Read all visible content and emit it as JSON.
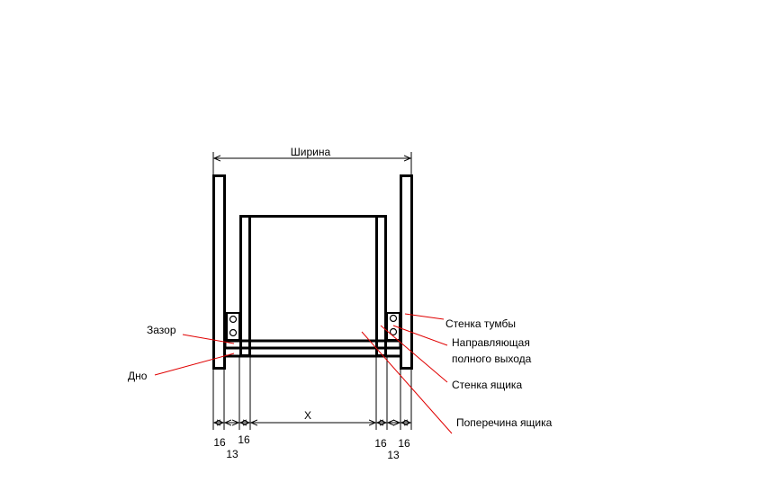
{
  "colors": {
    "line": "#000000",
    "leader": "#e00000",
    "background": "#ffffff"
  },
  "labels": {
    "width": "Ширина",
    "x_dim": "X",
    "cabinet_wall": "Стенка тумбы",
    "guide_line1": "Направляющая",
    "guide_line2": "полного выхода",
    "drawer_wall": "Стенка ящика",
    "drawer_crossbar": "Поперечина ящика",
    "gap": "Зазор",
    "bottom": "Дно"
  },
  "dimensions": {
    "left_16a": "16",
    "left_16b": "16",
    "left_13": "13",
    "right_16a": "16",
    "right_16b": "16",
    "right_13": "13"
  }
}
